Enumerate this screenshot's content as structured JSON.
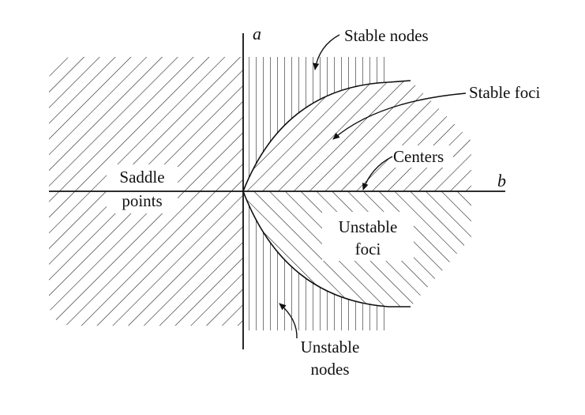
{
  "colors": {
    "ink": "#111111",
    "background": "#ffffff"
  },
  "labels": {
    "axis_vertical": "a",
    "axis_horizontal": "b",
    "stable_nodes": "Stable nodes",
    "stable_foci": "Stable foci",
    "centers": "Centers",
    "saddle_points_line1": "Saddle",
    "saddle_points_line2": "points",
    "unstable_foci_line1": "Unstable",
    "unstable_foci_line2": "foci",
    "unstable_nodes_line1": "Unstable",
    "unstable_nodes_line2": "nodes"
  }
}
